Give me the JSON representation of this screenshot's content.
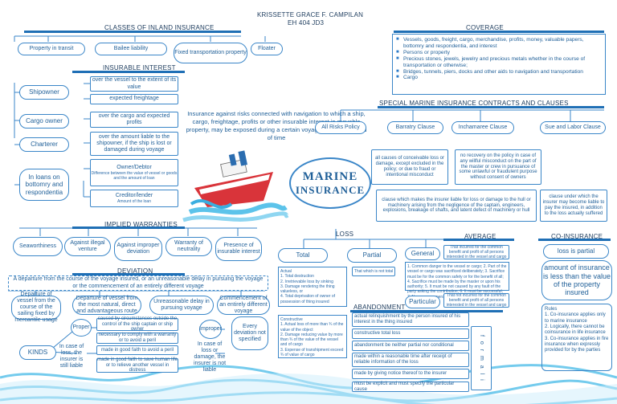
{
  "header": {
    "author": "KRISSETTE GRACE F. CAMPILAN",
    "course": "EH 404 JD3"
  },
  "center": {
    "title_line1": "MARINE",
    "title_line2": "INSURANCE",
    "definition": "Insurance against risks connected with navigation to which a ship, cargo, freightage, profits or other insurable interest in movable property, may be exposed during a certain voyage or a fixed period of time"
  },
  "inland": {
    "heading": "CLASSES OF INLAND INSURANCE",
    "items": [
      "Property in transit",
      "Bailee liability",
      "Fixed transportation property",
      "Floater"
    ]
  },
  "coverage": {
    "heading": "COVERAGE",
    "items": [
      "Vessels, goods, freight, cargo, merchandise, profits, money, valuable papers, bottomry and respondentia, and interest",
      "Persons or property",
      "Precious stones, jewels, jewelry and precious metals whether in the course of transportation or otherwise;",
      "Bridges, tunnels, piers, docks and other aids to navigation and transportation",
      "Cargo"
    ]
  },
  "insurable_interest": {
    "heading": "INSURABLE INTEREST",
    "shipowner": "Shipowner",
    "shipowner_items": [
      "over the vessel to the extent of its value",
      "expected freightage"
    ],
    "cargo_owner": "Cargo owner",
    "cargo_owner_item": "over the cargo and expected profits",
    "charterer": "Charterer",
    "charterer_item": "over the amount liable to the shipowner, if the ship is lost or damaged during voyage",
    "loans": "In loans on bottomry and respondentia",
    "owner_debtor": "Owner/Debtor",
    "owner_debtor_note": "Difference between the value of vessel or goods and the amount of loan",
    "creditor": "Creditor/lender",
    "creditor_note": "Amount of the loan"
  },
  "special": {
    "heading": "SPECIAL MARINE INSURANCE CONTRACTS AND CLAUSES",
    "clauses": [
      "All Risks Policy",
      "Barratry Clause",
      "Inchamaree Clause",
      "Sue and Labor Clause"
    ],
    "all_risks": "all causes of conceivable loss or damage, except excluded in the policy; or due to fraud or intentional misconduct",
    "barratry": "no recovery on the policy in case of any willful misconduct on the part of the master or crew in pursuance of some unlawful or fraudulent purpose without consent of owners",
    "inchamaree": "clause which makes the insurer liable for loss or damage to the hull or machinery arising from the negligence of the captain, engineers, explosions, breakage of shafts, and latent defect of machinery or hull",
    "sue_labor": "clause under which the insurer may become liable to pay the insured, in addition to the loss actually suffered"
  },
  "implied": {
    "heading": "IMPLIED WARRANTIES",
    "items": [
      "Seaworthiness",
      "Against illegal venture",
      "Against improper deviation",
      "Warranty of neutrality",
      "Presence of insurable interest"
    ]
  },
  "deviation": {
    "heading": "DEVIATION",
    "definition": "A departure from the course of the voyage insured, or an unreasonable delay in pursuing the voyage or the commencement of an entirely different voyage",
    "items": [
      "Departure of vessel from the course of the sailing fixed by mercantile usage",
      "Departure of vessel from the most natural, direct and advantageous route",
      "Unreasonable delay in pursuing voyage",
      "Commencement of an entirely different voyage"
    ],
    "kinds": "KINDS",
    "proper": "Proper",
    "proper_note": "In case of loss, the insurer is still liable",
    "proper_items": [
      "caused by circumstances outside the control of the ship captain or ship owner",
      "necessary to comply with a warranty or to avoid a peril",
      "made in good faith to avoid a peril",
      "made in good faith to save human life or to relieve another vessel in distress"
    ],
    "improper": "Improper",
    "improper_note": "In case of loss or damage, the insurer is not liable",
    "every": "Every deviation not specified"
  },
  "loss": {
    "heading": "LOSS",
    "total": "Total",
    "total_note": "Actual\n1. Total destruction\n2. Irretrievable loss by sinking\n3. Damage rendering the thing valueless, or\n4. Total deprivation of owner of possession of thing insured",
    "constructive_note": "Constructive\n1. Actual loss of more than ¾ of the value of the object\n2. Damage reducing value by more than ¾ of the value of the vessel and of cargo\n3. Expense of transhipment exceed ¾ of value of cargo",
    "partial": "Partial",
    "partial_note": "That which is not total",
    "general": "General",
    "general_note": "That incurred for the common benefit and profit of all persons interested in the vessel and cargo",
    "general_list": "1. Common danger to the vessel or cargo; 2. Part of the vessel or cargo was sacrificed deliberately; 3. Sacrifice must be for the common safety or for the benefit of all; 4. Sacrifice must be made by the master or upon his authority; 5. It must be not caused by any fault of the party asking the contribution; 6. It must be successful; 7. Necessary expenses",
    "particular": "Particular",
    "particular_note": "That not incurred for the common benefit and profit of all persons interested in the vessel and cargo"
  },
  "average": {
    "heading": "AVERAGE"
  },
  "abandonment": {
    "heading": "ABANDONMENT",
    "items": [
      "actual relinquishment by the person insured of his interest in the thing insured",
      "constructive total loss",
      "abandonment be neither partial nor conditional",
      "made within a reasonable time after receipt of reliable information of the loss",
      "made by giving notice thereof to the insurer",
      "must be explicit and must specify the particular cause"
    ],
    "side_label": "f o r m a l i"
  },
  "coinsurance": {
    "heading": "CO-INSURANCE",
    "loss_partial": "loss is partial",
    "amount": "amount of insurance is less than the value of the property insured",
    "rules": "Rules\n1. Co-insurance applies only to marine insurance\n2. Logically, there cannot be coinsurance in life insurance\n3. Co-insurance applies in fire insurance when expressly provided for by the parties"
  },
  "colors": {
    "accent": "#1f6fb5",
    "text": "#1f5f98",
    "ocean": "#5cc3ea"
  }
}
